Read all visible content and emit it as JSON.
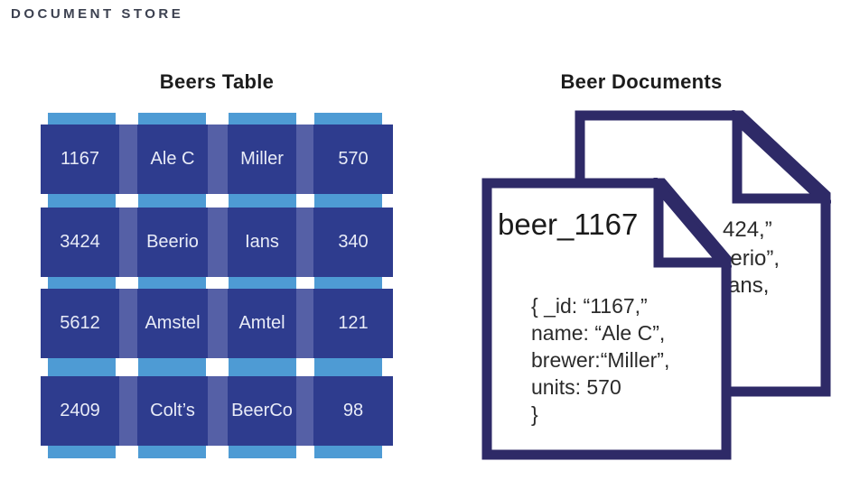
{
  "page": {
    "header_title": "DOCUMENT STORE"
  },
  "table_panel": {
    "heading": "Beers Table",
    "rows": [
      [
        "1167",
        "Ale C",
        "Miller",
        "570"
      ],
      [
        "3424",
        "Beerio",
        "Ians",
        "340"
      ],
      [
        "5612",
        "Amstel",
        "Amtel",
        "121"
      ],
      [
        "2409",
        "Colt’s",
        "BeerCo",
        "98"
      ]
    ]
  },
  "documents_panel": {
    "heading": "Beer Documents",
    "front_document": {
      "title": "beer_1167",
      "body_lines": [
        "{ _id: “1167,”",
        "name: “Ale C”,",
        "brewer:“Miller”,",
        "units: 570",
        "}"
      ]
    },
    "back_document": {
      "visible_fragments": [
        "424,”",
        "eerio”,",
        "ans,"
      ]
    }
  },
  "colors": {
    "column_strip_blue": "#4e9bd4",
    "row_band_purple": "#5560a6",
    "cell_navy": "#2e3c8e",
    "cell_text": "#e8ebf7",
    "document_border_indigo": "#2e2a67",
    "header_text": "#3c4150",
    "heading_text": "#1c1c1c",
    "document_text": "#2b2b2b"
  }
}
